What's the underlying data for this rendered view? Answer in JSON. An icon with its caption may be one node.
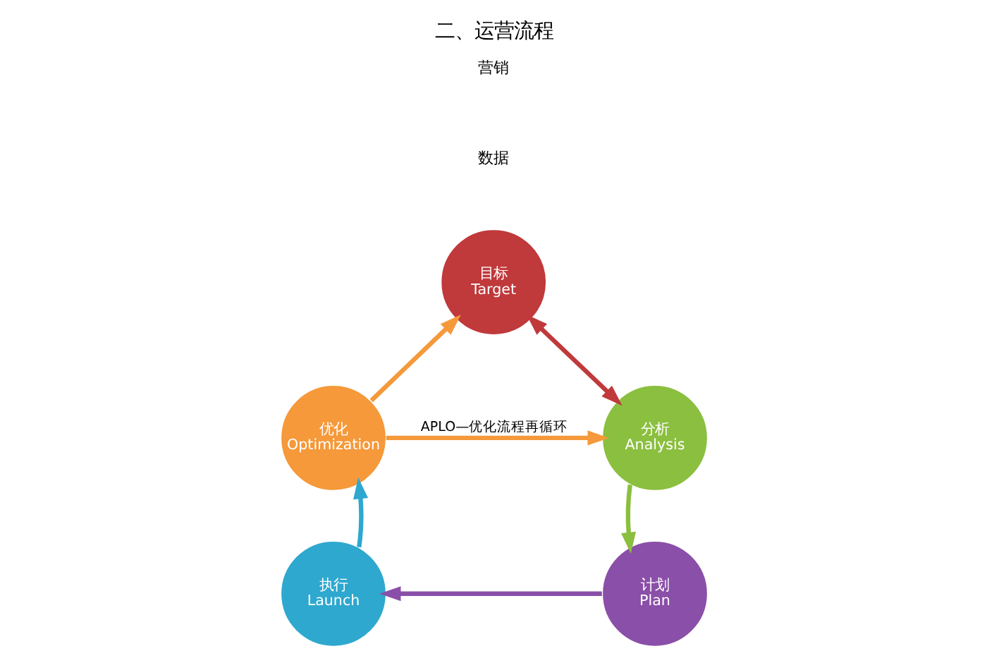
{
  "diagram": {
    "title": "二、运营流程",
    "nodes": [
      {
        "text": [
          "目标",
          "Target"
        ]
      },
      {
        "text": [
          "分析",
          "Analysis"
        ]
      },
      {
        "text": [
          "计划",
          "Plan"
        ]
      },
      {
        "text": [
          "执行",
          "Launch"
        ]
      },
      {
        "text": [
          "优化",
          "Optimization"
        ]
      }
    ],
    "edges": [
      {
        "from": 0,
        "to": 1,
        "arrow": "both",
        "color": "#c0393b"
      },
      {
        "from": 1,
        "to": 2,
        "arrow": "to",
        "color": "#8bbf3f"
      },
      {
        "from": 2,
        "to": 3,
        "arrow": "to",
        "color": "#8a4fa8"
      },
      {
        "from": 3,
        "to": 4,
        "arrow": "to",
        "color": "#2ea8cf"
      },
      {
        "from": 4,
        "to": 0,
        "arrow": "to",
        "color": "#f5993a"
      },
      {
        "from": 4,
        "to": 1,
        "arrow": "to",
        "label": "APLO—优化流程再循环",
        "color": "#f5993a"
      }
    ],
    "labels": [
      "营销",
      "数据"
    ]
  }
}
